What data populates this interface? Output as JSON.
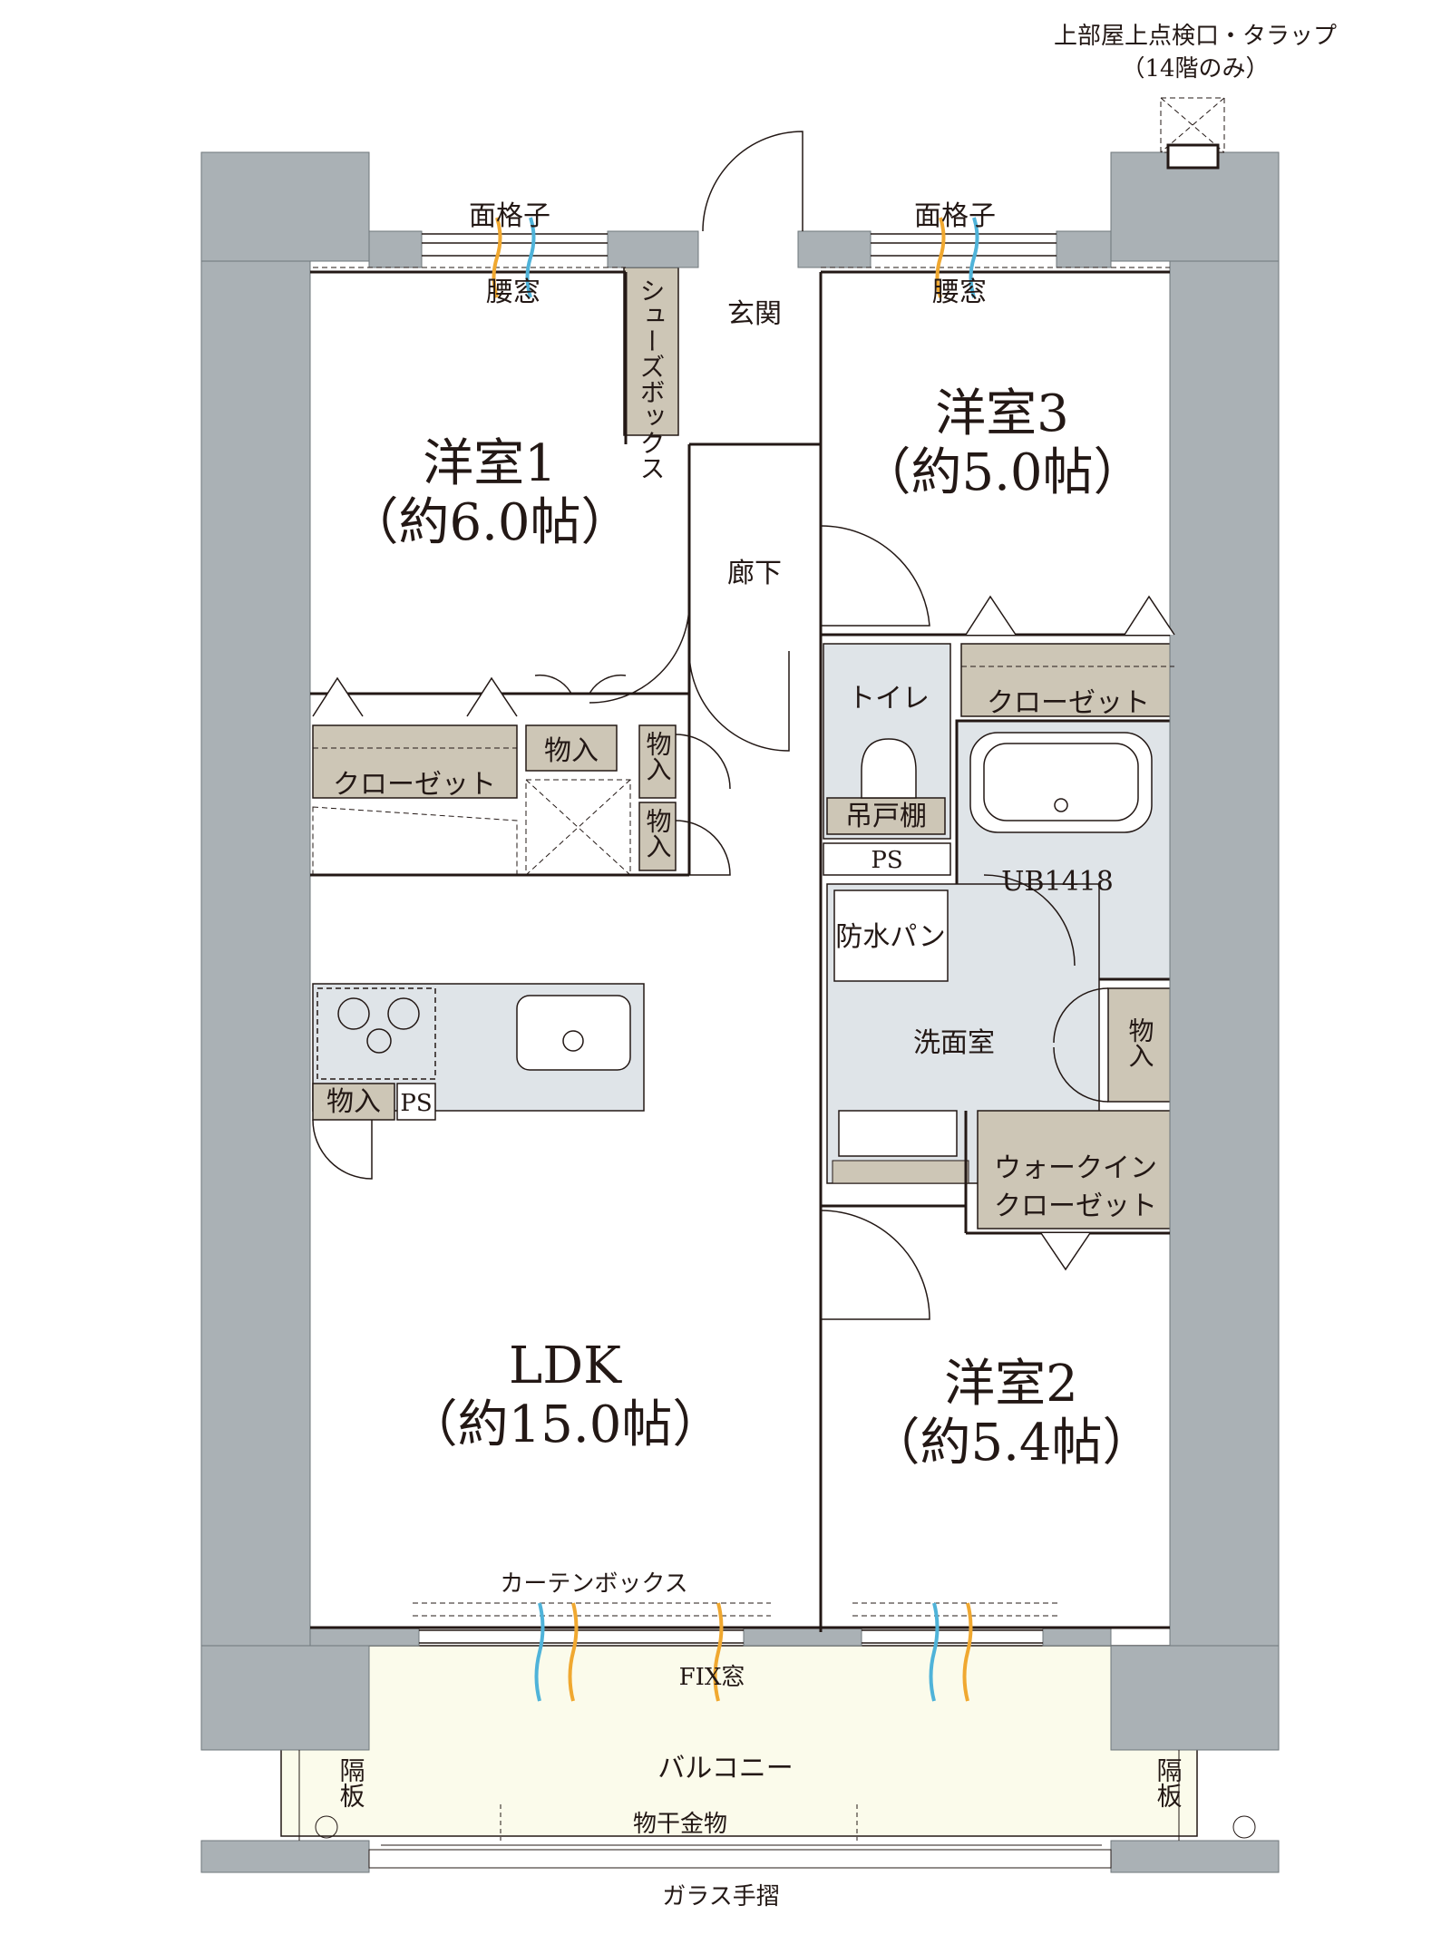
{
  "labels": {
    "roof_hatch_line1": "上部屋上点検口・タラップ",
    "roof_hatch_line2": "（14階のみ）",
    "lattice_left": "面格子",
    "lattice_right": "面格子",
    "waist_window_left": "腰窓",
    "waist_window_right": "腰窓",
    "shoebox": "シューズボックス",
    "entrance": "玄関",
    "room1_name": "洋室1",
    "room1_size": "（約6.0帖）",
    "room3_name": "洋室3",
    "room3_size": "（約5.0帖）",
    "corridor": "廊下",
    "toilet": "トイレ",
    "closet_left": "クローゼット",
    "closet_right": "クローゼット",
    "storage_1": "物入",
    "storage_2": "物入",
    "storage_3": "物入",
    "storage_4": "物入",
    "storage_5": "物入",
    "hanging_cabinet": "吊戸棚",
    "ps_1": "PS",
    "ps_2": "PS",
    "unit_bath": "UB1418",
    "waterproof_pan": "防水パン",
    "washroom": "洗面室",
    "walkin_line1": "ウォークイン",
    "walkin_line2": "クローゼット",
    "ldk_name": "LDK",
    "ldk_size": "（約15.0帖）",
    "room2_name": "洋室2",
    "room2_size": "（約5.4帖）",
    "curtain_box": "カーテンボックス",
    "fix_window": "FIX窓",
    "balcony": "バルコニー",
    "partition_left": "隔板",
    "partition_right": "隔板",
    "clothes_pole": "物干金物",
    "glass_railing": "ガラス手摺"
  },
  "colors": {
    "wall": "#aab1b5",
    "line": "#231815",
    "storage_fill": "#cdc6b6",
    "wet_area_fill": "#dfe4e8",
    "balcony_fill": "#fbfbeb",
    "airflow_blue": "#4fb3d9",
    "airflow_orange": "#f0a830"
  }
}
